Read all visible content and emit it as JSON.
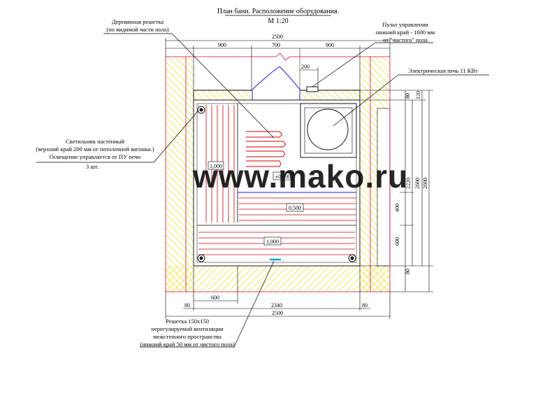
{
  "header": {
    "title": "План бани. Расположение оборудования.",
    "scale": "М 1:20"
  },
  "watermark": "www.mako.ru",
  "dimensions": {
    "top_total": "2500",
    "top_left": "900",
    "top_mid": "700",
    "top_right": "900",
    "door_offset": "200",
    "bottom_left": "80",
    "bottom_mid": "2340",
    "bottom_right": "80",
    "bottom_total": "2500",
    "bottom_segment": "600",
    "right_top_80": "80",
    "right_top_120": "120",
    "right_2220": "2220",
    "right_2600": "2600",
    "right_400": "400",
    "right_600": "600",
    "right_bottom_80": "80"
  },
  "levels": {
    "shelf_upper": "1,000",
    "floor_zero": "±0,000",
    "step_mid": "0,500",
    "shelf_lower": "1,000"
  },
  "annotations": {
    "grating_line1": "Деревянная решетка",
    "grating_line2": "(по видимой части пола)",
    "panel_line1": "Пульт управления",
    "panel_line2": "нижний край - 1600 мм",
    "panel_line3": "от \"чистого\" пола",
    "heater": "Электрическая печь 11 КВт",
    "lamp_line1": "Светильник настенный",
    "lamp_line2": "(верхний край 200 мм от потолочной вагонки.)",
    "lamp_line3": "Освещение управляется от ПУ печи",
    "lamp_line4": "3 шт.",
    "vent_line1": "Решетка 150х150",
    "vent_line2": "нерегулируемой вентиляции",
    "vent_line3": "межстенного пространства",
    "vent_line4": "(нижний край 50 мм от чистого пола)"
  },
  "colors": {
    "hatch": "#e8e000",
    "wall_outline": "#e0004a",
    "shelf_lines": "#d00000",
    "blue": "#1a1aff",
    "vent": "#00a0e0"
  }
}
